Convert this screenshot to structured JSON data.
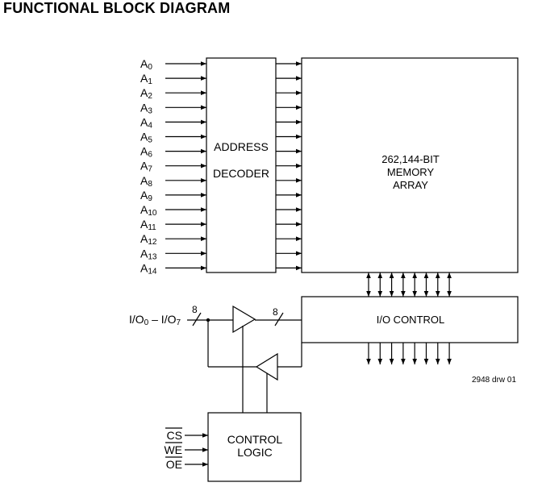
{
  "title": "FUNCTIONAL BLOCK DIAGRAM",
  "address_lines": [
    {
      "base": "A",
      "sub": "0"
    },
    {
      "base": "A",
      "sub": "1"
    },
    {
      "base": "A",
      "sub": "2"
    },
    {
      "base": "A",
      "sub": "3"
    },
    {
      "base": "A",
      "sub": "4"
    },
    {
      "base": "A",
      "sub": "5"
    },
    {
      "base": "A",
      "sub": "6"
    },
    {
      "base": "A",
      "sub": "7"
    },
    {
      "base": "A",
      "sub": "8"
    },
    {
      "base": "A",
      "sub": "9"
    },
    {
      "base": "A",
      "sub": "10"
    },
    {
      "base": "A",
      "sub": "11"
    },
    {
      "base": "A",
      "sub": "12"
    },
    {
      "base": "A",
      "sub": "13"
    },
    {
      "base": "A",
      "sub": "14"
    }
  ],
  "decoder": {
    "line1": "ADDRESS",
    "line2": "DECODER"
  },
  "memory": {
    "line1": "262,144-BIT",
    "line2": "MEMORY",
    "line3": "ARRAY"
  },
  "io_control": {
    "label": "I/O CONTROL"
  },
  "io_bus": {
    "label_a": "I/O",
    "sub_a": "0",
    "dash": " – I/O",
    "sub_b": "7",
    "width_left": "8",
    "width_right": "8"
  },
  "control_logic": {
    "line1": "CONTROL",
    "line2": "LOGIC"
  },
  "control_inputs": [
    "CS",
    "WE",
    "OE"
  ],
  "drawing_ref": "2948 drw 01"
}
